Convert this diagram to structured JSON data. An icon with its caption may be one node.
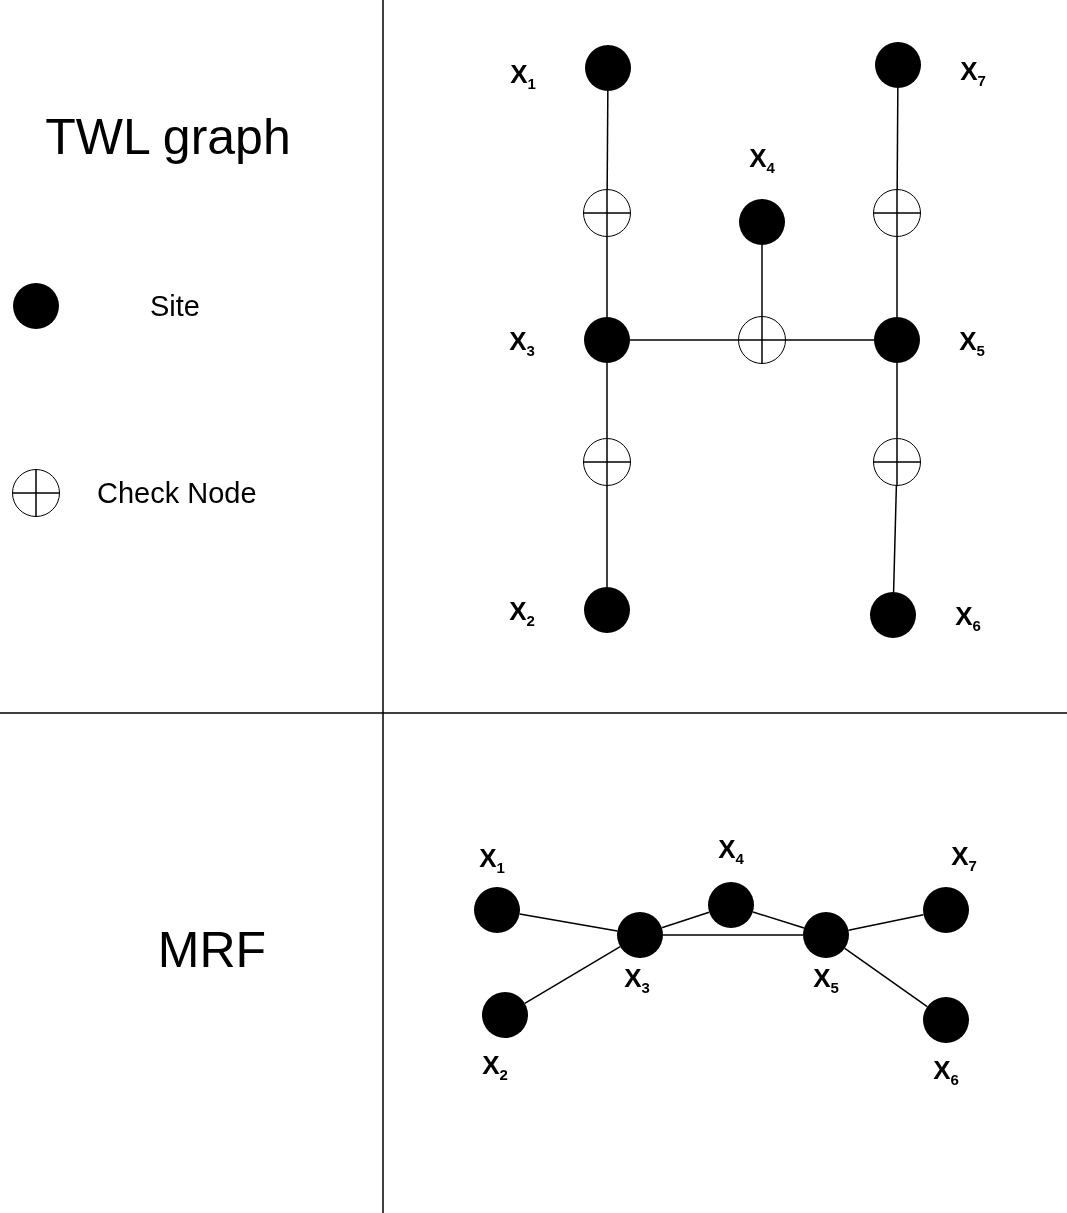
{
  "diagram": {
    "nodes": [
      {
        "text": [],
        "shape": "dot",
        "beside": [
          "X$_{1}$"
        ]
      },
      {
        "text": [],
        "shape": "dot",
        "beside": [
          "X$_{7}$"
        ]
      },
      {
        "text": [],
        "shape": "circle"
      },
      {
        "text": [],
        "shape": "dot",
        "beside": [
          "X$_{4}$"
        ]
      },
      {
        "text": [],
        "shape": "circle"
      },
      {
        "text": [],
        "shape": "dot",
        "beside": [
          "X$_{3}$"
        ]
      },
      {
        "text": [],
        "shape": "circle"
      },
      {
        "text": [],
        "shape": "dot",
        "beside": [
          "X$_{5}$"
        ]
      },
      {
        "text": [],
        "shape": "circle"
      },
      {
        "text": [],
        "shape": "circle"
      },
      {
        "text": [],
        "shape": "dot",
        "beside": [
          "X$_{2}$"
        ]
      },
      {
        "text": [],
        "shape": "dot",
        "beside": [
          "X$_{6}$"
        ]
      },
      {
        "text": [],
        "shape": "dot",
        "beside": [
          "X$_{1}$"
        ]
      },
      {
        "text": [],
        "shape": "dot",
        "beside": [
          "X$_{4}$"
        ]
      },
      {
        "text": [],
        "shape": "dot",
        "beside": [
          "X$_{7}$"
        ]
      },
      {
        "text": [],
        "shape": "dot",
        "beside": [
          "X$_{3}$"
        ]
      },
      {
        "text": [],
        "shape": "dot",
        "beside": [
          "X$_{5}$"
        ]
      },
      {
        "text": [],
        "shape": "dot",
        "beside": [
          "X$_{2}$"
        ]
      },
      {
        "text": [],
        "shape": "dot",
        "beside": [
          "X$_{6}$"
        ]
      }
    ],
    "edges": [
      {
        "from": 0,
        "to": 2,
        "arrow": "none"
      },
      {
        "from": 2,
        "to": 5,
        "arrow": "none"
      },
      {
        "from": 3,
        "to": 6,
        "arrow": "none"
      },
      {
        "from": 5,
        "to": 6,
        "arrow": "none"
      },
      {
        "from": 6,
        "to": 7,
        "arrow": "none"
      },
      {
        "from": 1,
        "to": 4,
        "arrow": "none"
      },
      {
        "from": 4,
        "to": 7,
        "arrow": "none"
      },
      {
        "from": 5,
        "to": 8,
        "arrow": "none"
      },
      {
        "from": 8,
        "to": 10,
        "arrow": "none"
      },
      {
        "from": 7,
        "to": 9,
        "arrow": "none"
      },
      {
        "from": 9,
        "to": 11,
        "arrow": "none"
      },
      {
        "from": 12,
        "to": 15,
        "arrow": "none"
      },
      {
        "from": 17,
        "to": 15,
        "arrow": "none"
      },
      {
        "from": 15,
        "to": 13,
        "arrow": "none"
      },
      {
        "from": 13,
        "to": 16,
        "arrow": "none"
      },
      {
        "from": 15,
        "to": 16,
        "arrow": "none"
      },
      {
        "from": 16,
        "to": 14,
        "arrow": "none"
      },
      {
        "from": 16,
        "to": 18,
        "arrow": "none"
      }
    ],
    "labels": [
      "TWL graph",
      "MRF"
    ],
    "legend": [
      {
        "text": "Site"
      },
      {
        "text": "Check Node"
      }
    ]
  }
}
